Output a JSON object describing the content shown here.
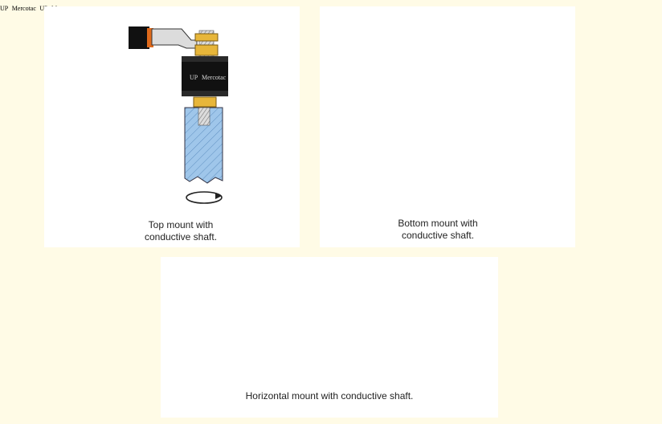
{
  "captions": {
    "top": [
      "Top mount with",
      "conductive shaft."
    ],
    "bottom": [
      "Bottom mount with",
      "conductive shaft."
    ],
    "horizontal": "Horizontal mount with conductive shaft."
  },
  "brand": {
    "mark": "UP",
    "name": "Mercotac"
  },
  "colors": {
    "background": "#fffbe6",
    "shaft": "#9fc6ea",
    "brass": "#e7b63a",
    "connector_body": "#111111",
    "cable_sleeve": "#e06a1b",
    "lug": "#d9d9d9"
  }
}
